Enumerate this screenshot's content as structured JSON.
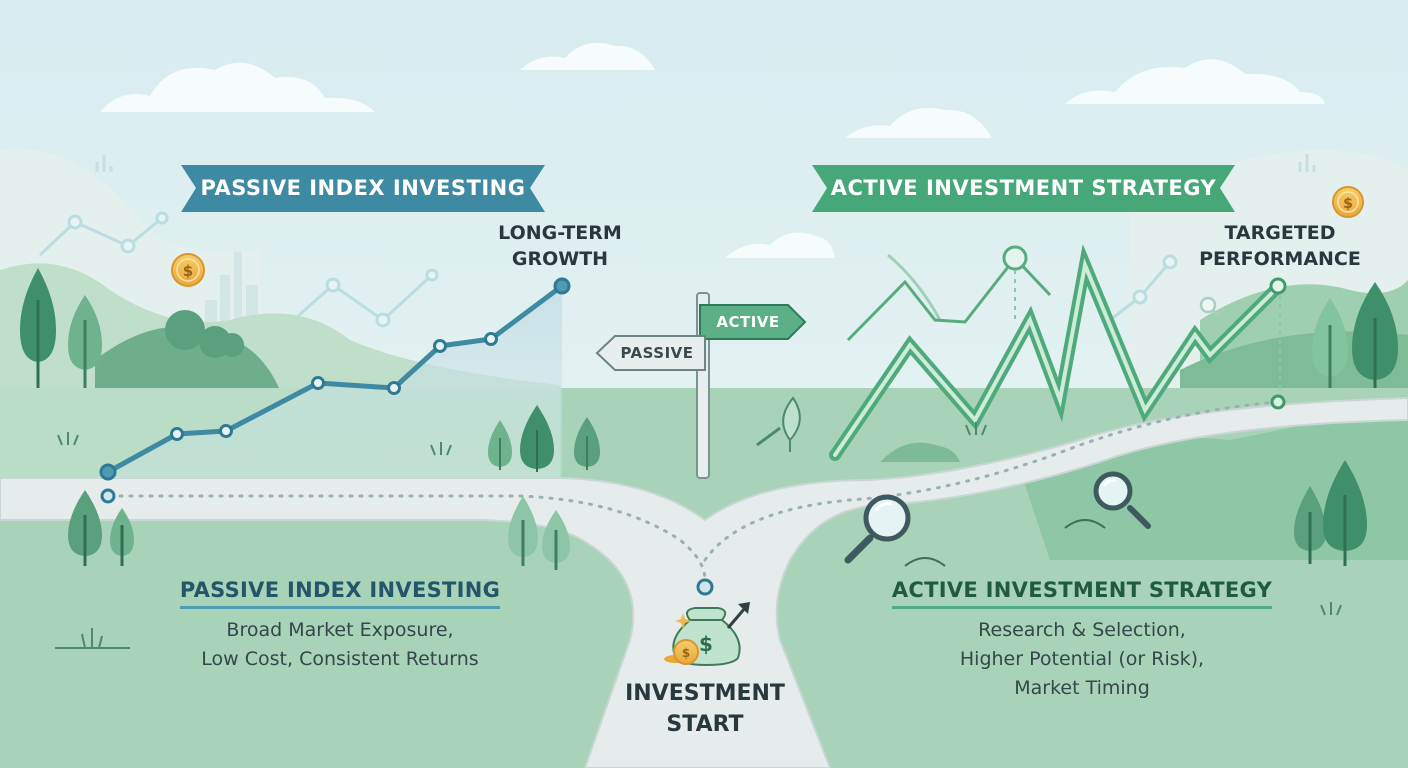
{
  "left_banner": "PASSIVE INDEX INVESTING",
  "right_banner": "ACTIVE INVESTMENT STRATEGY",
  "left_peak_label": [
    "LONG-TERM",
    "GROWTH"
  ],
  "right_peak_label": [
    "TARGETED",
    "PERFORMANCE"
  ],
  "signpost": {
    "active": "ACTIVE",
    "passive": "PASSIVE"
  },
  "left_section": {
    "title": "PASSIVE INDEX INVESTING",
    "lines": [
      "Broad Market Exposure,",
      "Low Cost, Consistent Returns"
    ]
  },
  "right_section": {
    "title": "ACTIVE INVESTMENT STRATEGY",
    "lines": [
      "Research & Selection,",
      "Higher Potential (or Risk),",
      "Market Timing"
    ]
  },
  "start_label": [
    "INVESTMENT",
    "START"
  ],
  "icons": [
    "dollar-coin-icon",
    "money-bag-icon",
    "magnifier-icon",
    "trend-arrow-icon",
    "leaf-icon",
    "tree-icon",
    "cloud-icon"
  ],
  "colors": {
    "passive_blue": "#3f8aa3",
    "active_green": "#46a878",
    "meadow": "#a9d3b8",
    "path": "#e6ecec",
    "coin": "#f2b84b"
  }
}
